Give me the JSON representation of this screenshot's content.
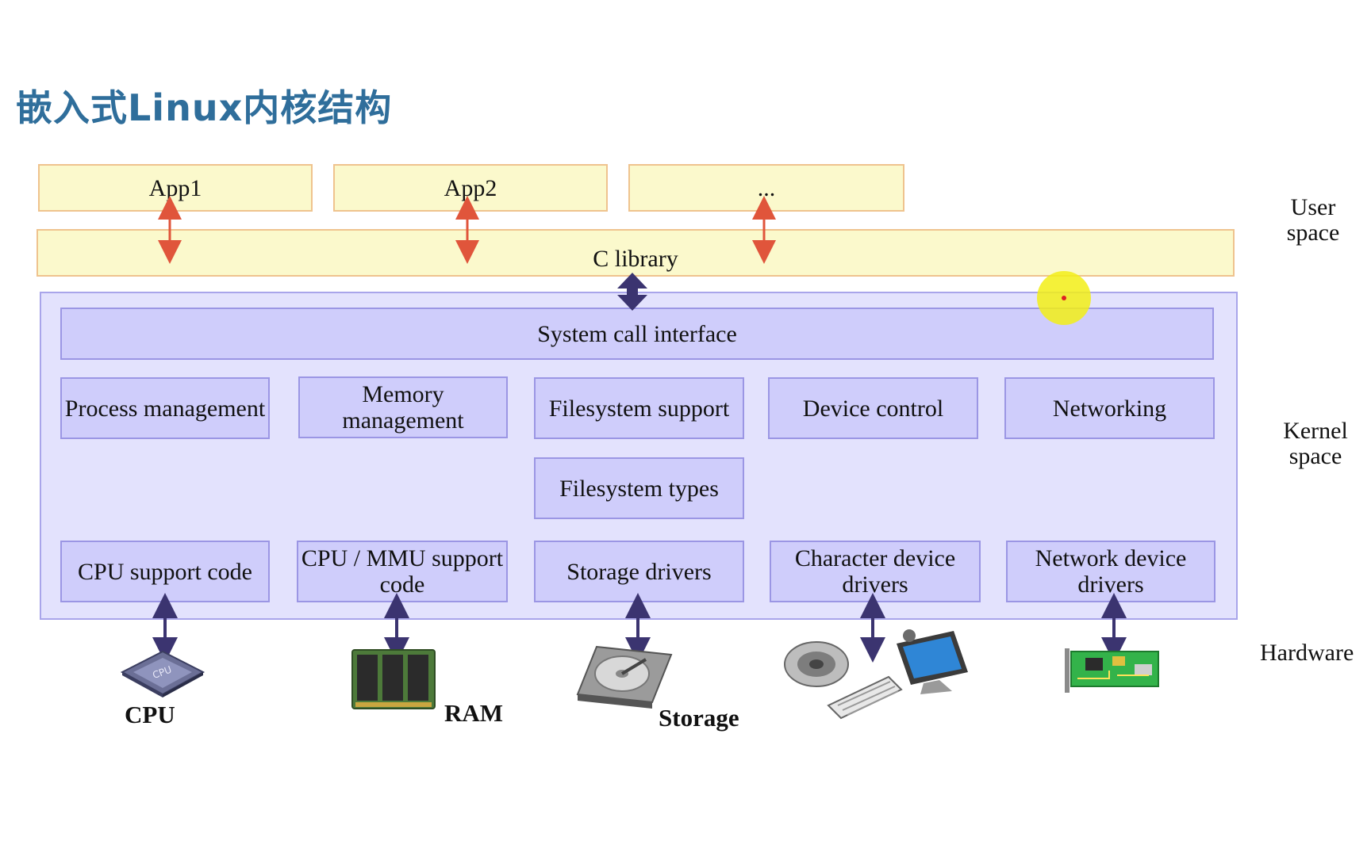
{
  "title": "嵌入式Linux内核结构",
  "apps": [
    "App1",
    "App2",
    "..."
  ],
  "c_library": "C library",
  "syscall": "System call interface",
  "kernel_row1": [
    "Process management",
    "Memory management",
    "Filesystem support",
    "Device control",
    "Networking"
  ],
  "filesystem_types": "Filesystem types",
  "drivers": [
    "CPU support code",
    "CPU / MMU support code",
    "Storage drivers",
    "Character device drivers",
    "Network device drivers"
  ],
  "layers": {
    "user": "User space",
    "kernel": "Kernel space",
    "hardware": "Hardware"
  },
  "hardware_items": [
    "CPU",
    "RAM",
    "Storage"
  ],
  "colors": {
    "title": "#2f6e9b",
    "user_fill": "#fbf9cc",
    "kernel_fill": "#e3e2fd",
    "module_fill": "#cfcdfb",
    "red_arrow": "#e0553b",
    "dark_arrow": "#3b3470"
  }
}
